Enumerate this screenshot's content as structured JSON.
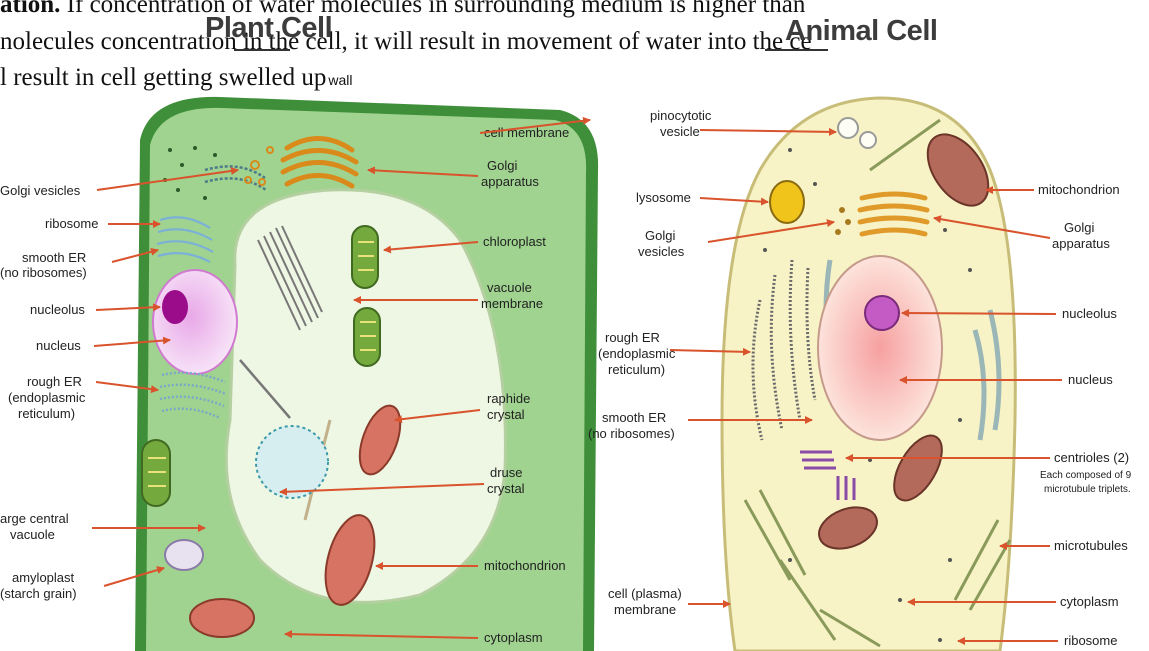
{
  "text": {
    "line1_bold": "ation.",
    "line1_rest": " If concentration of water molecules in surrounding  medium is higher than",
    "line2": "nolecules concentration in the cell,  it will  result in movement of water into the ce",
    "line3_a": "l  result in cell  getting swelled up",
    "line3_b": "wall"
  },
  "plant": {
    "title": "Plant Cell",
    "labels": {
      "golgi_vesicles": "Golgi vesicles",
      "ribosome": "ribosome",
      "smooth_er_1": "smooth ER",
      "smooth_er_2": "(no ribosomes)",
      "nucleolus": "nucleolus",
      "nucleus": "nucleus",
      "rough_er_1": "rough ER",
      "rough_er_2": "(endoplasmic",
      "rough_er_3": "reticulum)",
      "vacuole_1": "arge central",
      "vacuole_2": "vacuole",
      "amyloplast_1": "amyloplast",
      "amyloplast_2": "(starch grain)",
      "cell_membrane": "cell membrane",
      "golgi_app_1": "Golgi",
      "golgi_app_2": "apparatus",
      "chloroplast": "chloroplast",
      "vac_membrane_1": "vacuole",
      "vac_membrane_2": "membrane",
      "raphide_1": "raphide",
      "raphide_2": "crystal",
      "druse_1": "druse",
      "druse_2": "crystal",
      "mitochondrion": "mitochondrion",
      "cytoplasm": "cytoplasm"
    }
  },
  "animal": {
    "title": "Animal Cell",
    "labels": {
      "pino_1": "pinocytotic",
      "pino_2": "vesicle",
      "lysosome": "lysosome",
      "golgi_ves_1": "Golgi",
      "golgi_ves_2": "vesicles",
      "rough_er_1": "rough ER",
      "rough_er_2": "(endoplasmic",
      "rough_er_3": "reticulum)",
      "smooth_er_1": "smooth ER",
      "smooth_er_2": "(no ribosomes)",
      "membrane_1": "cell (plasma)",
      "membrane_2": "membrane",
      "mitochondrion": "mitochondrion",
      "golgi_app_1": "Golgi",
      "golgi_app_2": "apparatus",
      "nucleolus": "nucleolus",
      "nucleus": "nucleus",
      "centrioles": "centrioles (2)",
      "centrioles_note_1": "Each composed of 9",
      "centrioles_note_2": "microtubule triplets.",
      "microtubules": "microtubules",
      "cytoplasm": "cytoplasm",
      "ribosome": "ribosome"
    }
  },
  "colors": {
    "arrow": "#d9532c",
    "plant_wall": "#3f8f3a",
    "plant_cyto": "#9fd38f",
    "vacuole": "#eef6e4",
    "animal_cyto": "#f7f3c6",
    "animal_edge": "#c8bd78"
  }
}
